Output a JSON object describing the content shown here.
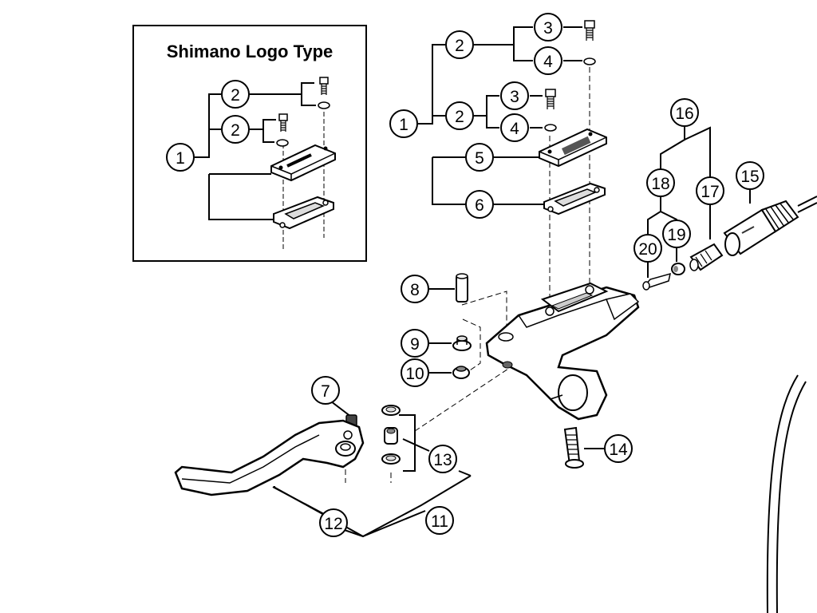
{
  "inset": {
    "title": "Shimano Logo Type"
  },
  "callouts": {
    "i1": "1",
    "i2a": "2",
    "i2b": "2",
    "c1": "1",
    "c2a": "2",
    "c2b": "2",
    "c3a": "3",
    "c3b": "3",
    "c4a": "4",
    "c4b": "4",
    "c5": "5",
    "c6": "6",
    "c7": "7",
    "c8": "8",
    "c9": "9",
    "c10": "10",
    "c11": "11",
    "c12": "12",
    "c13": "13",
    "c14": "14",
    "c15": "15",
    "c16": "16",
    "c17": "17",
    "c18": "18",
    "c19": "19",
    "c20": "20"
  }
}
